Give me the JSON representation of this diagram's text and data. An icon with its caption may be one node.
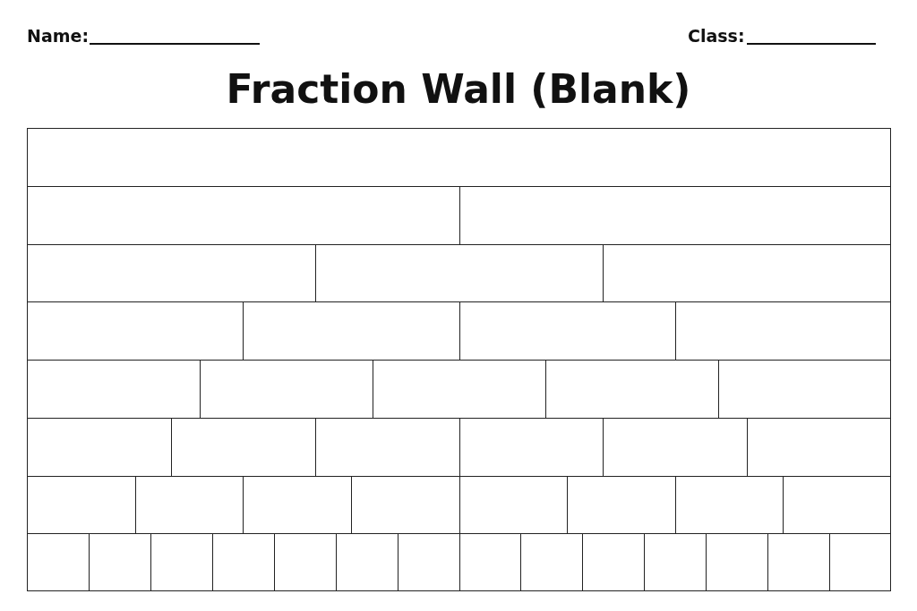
{
  "diagram": {
    "title": "Fraction Wall (Blank)",
    "nodes": [
      {
        "text": [],
        "shape": "box"
      },
      {
        "text": [],
        "shape": "box"
      },
      {
        "text": [],
        "shape": "box"
      },
      {
        "text": [],
        "shape": "box"
      },
      {
        "text": [],
        "shape": "box"
      },
      {
        "text": [],
        "shape": "box"
      },
      {
        "text": [],
        "shape": "box"
      },
      {
        "text": [],
        "shape": "box"
      },
      {
        "text": [],
        "shape": "box"
      },
      {
        "text": [],
        "shape": "box"
      },
      {
        "text": [],
        "shape": "box"
      },
      {
        "text": [],
        "shape": "box"
      },
      {
        "text": [],
        "shape": "box"
      },
      {
        "text": [],
        "shape": "box"
      },
      {
        "text": [],
        "shape": "box"
      },
      {
        "text": [],
        "shape": "box"
      },
      {
        "text": [],
        "shape": "box"
      },
      {
        "text": [],
        "shape": "box"
      },
      {
        "text": [],
        "shape": "box"
      },
      {
        "text": [],
        "shape": "box"
      },
      {
        "text": [],
        "shape": "box"
      },
      {
        "text": [],
        "shape": "box"
      },
      {
        "text": [],
        "shape": "box"
      },
      {
        "text": [],
        "shape": "box"
      },
      {
        "text": [],
        "shape": "box"
      },
      {
        "text": [],
        "shape": "box"
      },
      {
        "text": [],
        "shape": "box"
      },
      {
        "text": [],
        "shape": "box"
      },
      {
        "text": [],
        "shape": "box"
      },
      {
        "text": [],
        "shape": "box"
      },
      {
        "text": [],
        "shape": "box"
      },
      {
        "text": [],
        "shape": "box"
      },
      {
        "text": [],
        "shape": "box"
      },
      {
        "text": [],
        "shape": "box"
      },
      {
        "text": [],
        "shape": "box"
      },
      {
        "text": [],
        "shape": "box"
      },
      {
        "text": [],
        "shape": "box"
      },
      {
        "text": [],
        "shape": "box"
      },
      {
        "text": [],
        "shape": "box"
      },
      {
        "text": [],
        "shape": "box"
      },
      {
        "text": [],
        "shape": "box"
      },
      {
        "text": [],
        "shape": "box"
      },
      {
        "text": [],
        "shape": "box"
      }
    ],
    "labels": [
      "Name:",
      "Class:"
    ]
  }
}
